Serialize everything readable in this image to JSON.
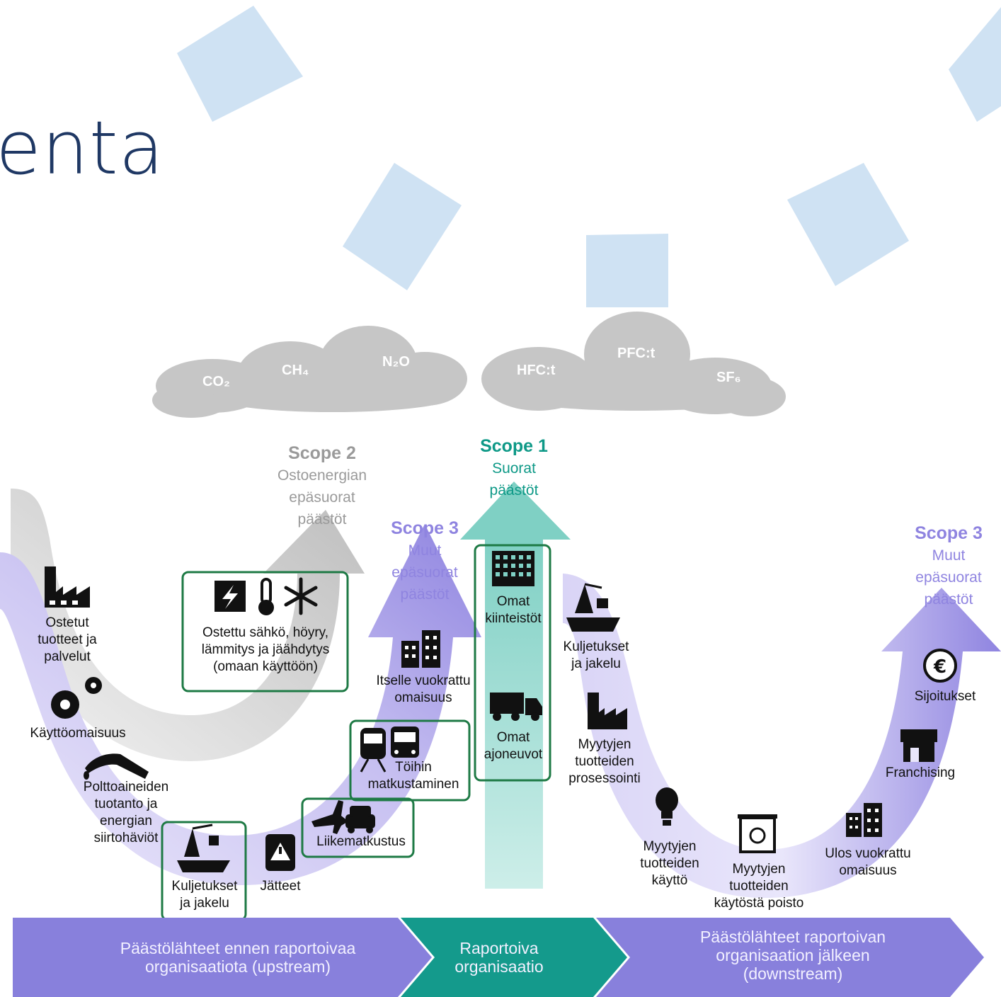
{
  "slide": {
    "title_fragment": "enta"
  },
  "gases": [
    "CO₂",
    "CH₄",
    "N₂O",
    "HFC:t",
    "PFC:t",
    "SF₆"
  ],
  "scopes": {
    "scope1": {
      "heading": "Scope 1",
      "text": "Suorat\npäästöt"
    },
    "scope2": {
      "heading": "Scope 2",
      "text": "Ostoenergian\nepäsuorat\npäästöt"
    },
    "scope3_upstream": {
      "heading": "Scope 3",
      "text": "Muut\nepäsuorat\npäästöt"
    },
    "scope3_downstream": {
      "heading": "Scope 3",
      "text": "Muut\nepäsuorat\npäästöt"
    }
  },
  "upstream_items": {
    "purchased_goods": "Ostetut\ntuotteet ja\npalvelut",
    "capital_goods": "Käyttöomaisuus",
    "fuel_energy": "Polttoaineiden\ntuotanto ja\nenergian\nsiirtohäviöt",
    "transport": "Kuljetukset\nja jakelu",
    "waste": "Jätteet",
    "business_travel": "Liikematkustus",
    "commuting": "Töihin\nmatkustaminen",
    "leased_assets": "Itselle vuokrattu\nomaisuus",
    "purchased_energy": "Ostettu sähkö, höyry,\nlämmitys ja jäähdytys\n(omaan käyttöön)"
  },
  "scope1_items": {
    "buildings": "Omat\nkiinteistöt",
    "vehicles": "Omat\najoneuvot"
  },
  "downstream_items": {
    "transport": "Kuljetukset\nja jakelu",
    "processing": "Myytyjen\ntuotteiden\nprosessointi",
    "use": "Myytyjen\ntuotteiden\nkäyttö",
    "end_of_life": "Myytyjen\ntuotteiden\nkäytöstä poisto",
    "leased_out": "Ulos vuokrattu\nomaisuus",
    "franchising": "Franchising",
    "investments": "Sijoitukset"
  },
  "bottom_band": {
    "upstream": "Päästölähteet ennen raportoivaa\norganisaatiota (upstream)",
    "reporting": "Raportoiva\norganisaatio",
    "downstream": "Päästölähteet raportoivan\norganisaation jälkeen\n(downstream)"
  },
  "colors": {
    "title": "#1f3864",
    "decor_square": "#cfe2f3",
    "cloud": "#c6c6c6",
    "scope1_teal": "#0e9987",
    "scope1_light": "#a9ddd6",
    "scope3_purple": "#8f84e0",
    "scope2_grey": "#bdbdbd",
    "box_border": "#1e7a45",
    "band_purple": "#8880dc",
    "band_teal": "#149a8c"
  }
}
